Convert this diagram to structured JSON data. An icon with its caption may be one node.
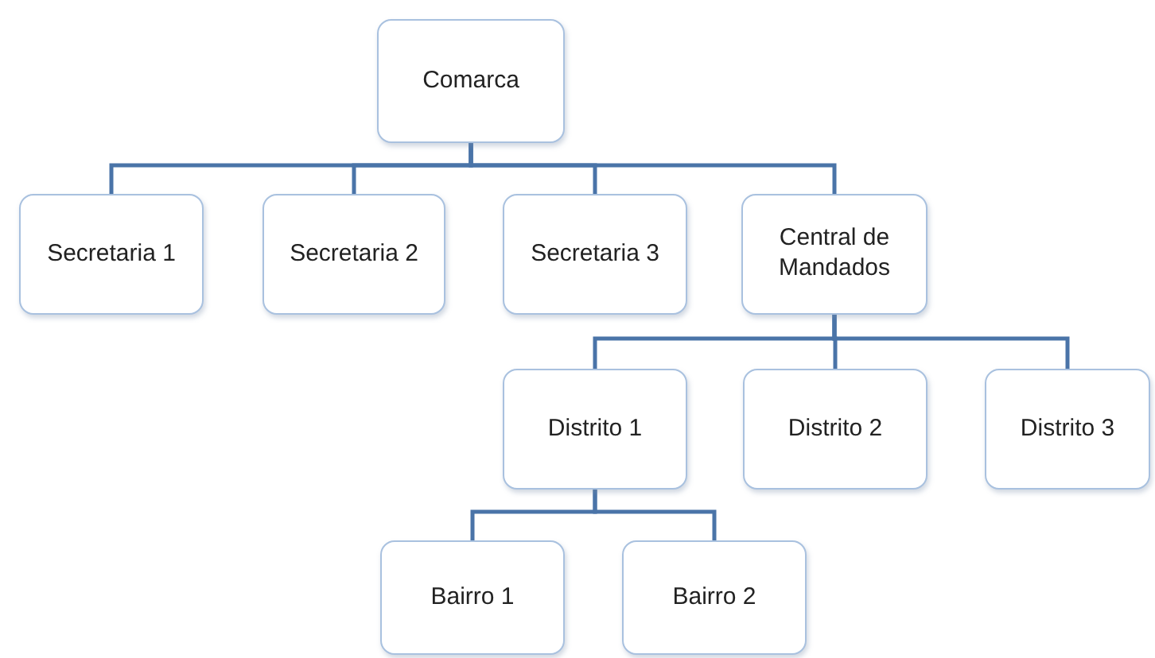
{
  "diagram": {
    "nodes": [
      {
        "text": [
          "Comarca"
        ]
      },
      {
        "text": [
          "Secretaria 1"
        ]
      },
      {
        "text": [
          "Secretaria 2"
        ]
      },
      {
        "text": [
          "Secretaria 3"
        ]
      },
      {
        "text": [
          "Central de Mandados"
        ]
      },
      {
        "text": [
          "Distrito 1"
        ]
      },
      {
        "text": [
          "Distrito 2"
        ]
      },
      {
        "text": [
          "Distrito 3"
        ]
      },
      {
        "text": [
          "Bairro 1"
        ]
      },
      {
        "text": [
          "Bairro 2"
        ]
      }
    ],
    "edges": [
      {
        "from": 0,
        "to": 1,
        "arrow": "none"
      },
      {
        "from": 0,
        "to": 2,
        "arrow": "none"
      },
      {
        "from": 0,
        "to": 3,
        "arrow": "none"
      },
      {
        "from": 0,
        "to": 4,
        "arrow": "none"
      },
      {
        "from": 4,
        "to": 5,
        "arrow": "none"
      },
      {
        "from": 4,
        "to": 6,
        "arrow": "none"
      },
      {
        "from": 4,
        "to": 7,
        "arrow": "none"
      },
      {
        "from": 5,
        "to": 8,
        "arrow": "none"
      },
      {
        "from": 5,
        "to": 9,
        "arrow": "none"
      }
    ]
  }
}
